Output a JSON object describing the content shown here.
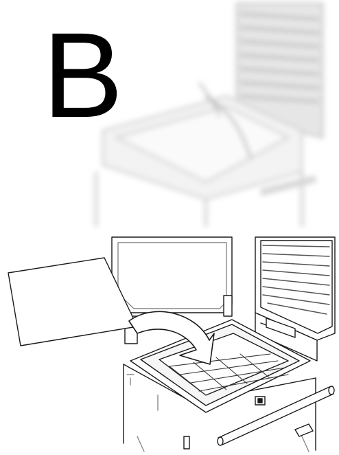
{
  "step": {
    "letter": "B"
  },
  "colors": {
    "line": "#1a1a1a",
    "faded": "#d4d4d4",
    "faded_dark": "#bdbdbd",
    "paper": "#ffffff",
    "shade": "#f2f2f2"
  },
  "icons": {
    "blurred_scene": "blurred-printer-drawer-image",
    "paper": "paper-sheet-icon",
    "arrow": "curved-arrow-icon",
    "bin": "fabric-bin-drawer-illustration"
  }
}
